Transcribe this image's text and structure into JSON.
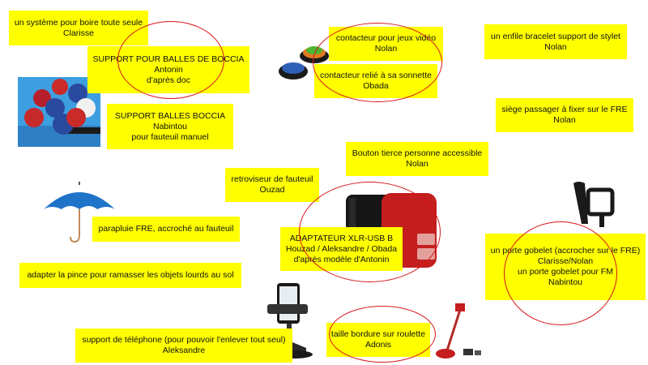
{
  "notes": {
    "boire": [
      "un système pour boire toute seule",
      "Clarisse"
    ],
    "support_boccia": [
      "SUPPORT POUR BALLES DE BOCCIA",
      "Antonin",
      "d'après doc"
    ],
    "jeux_video": [
      "contacteur pour jeux vidéo",
      "Nolan"
    ],
    "sonnette": [
      "contacteur relié à sa sonnette",
      "Obada"
    ],
    "bracelet": [
      "un enfile bracelet support de stylet",
      "Nolan"
    ],
    "balles_boccia": [
      "SUPPORT BALLES BOCCIA",
      "Nabintou",
      "pour fauteuil manuel"
    ],
    "siege": [
      "siège passager à fixer sur le FRE",
      "Nolan"
    ],
    "bouton": [
      "Bouton tierce personne accessible",
      "Nolan"
    ],
    "retroviseur": [
      "retroviseur de fauteuil",
      "Ouzad"
    ],
    "parapluie": [
      "parapluie FRE, accroché au fauteuil"
    ],
    "adaptateur": [
      "ADAPTATEUR XLR-USB B",
      "Houzad / Aleksandre / Obada",
      "d'après modèle d'Antonin"
    ],
    "gobelet": [
      "un porte gobelet (accrocher sur le FRE)",
      "Clarisse/Nolan",
      "un porte gobelet pour FM",
      "Nabintou"
    ],
    "pince": [
      "adapter la pince pour ramasser les objets lourds au sol"
    ],
    "telephone": [
      "support de téléphone (pour pouvoir l'enlever tout seul)",
      "Aleksandre"
    ],
    "bordure": [
      "taille bordure sur roulette",
      "Adonis"
    ]
  },
  "colors": {
    "note_bg": "#ffff00",
    "ring": "#d9151b"
  },
  "icons": {
    "boccia": "boccia-balls-photo",
    "switch": "switch-buttons-photo",
    "umbrella": "umbrella-icon",
    "adapter": "xlr-usb-adapter-photo",
    "cupholder": "cup-holder-photo",
    "phone": "phone-holder-photo",
    "trimmer": "trimmer-photo"
  }
}
